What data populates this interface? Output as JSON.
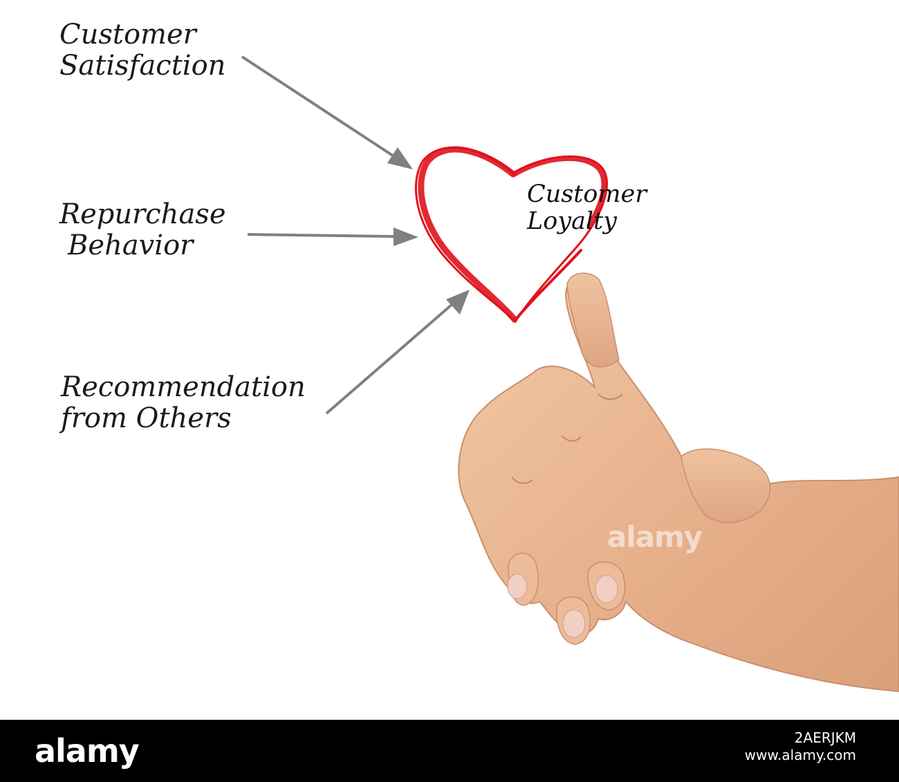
{
  "inputs": {
    "satisfaction": [
      "Customer",
      "Satisfaction"
    ],
    "repurchase": [
      "Repurchase",
      "Behavior"
    ],
    "recommendation": [
      "Recommendation",
      "from Others"
    ]
  },
  "center": {
    "lines": [
      "Customer",
      "Loyalty"
    ],
    "shape": "heart-outline",
    "color": "#e0121c"
  },
  "arrow_color": "#808080",
  "hand": "pointing-hand-photo",
  "watermark": "alamy",
  "footer": {
    "logo": "alamy",
    "image_id": "2AERJKM",
    "site": "www.alamy.com"
  }
}
